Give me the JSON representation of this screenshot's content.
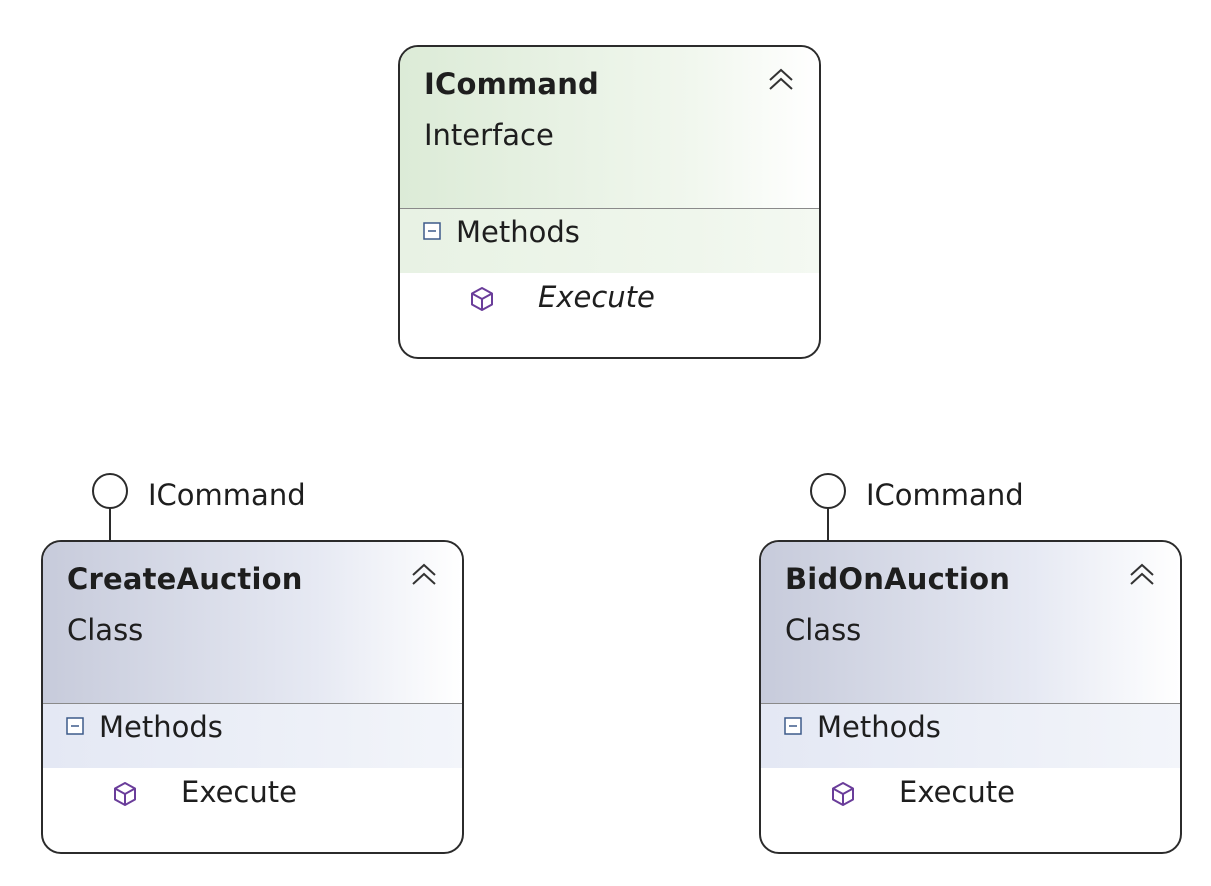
{
  "diagram": {
    "interface_shape": {
      "name": "ICommand",
      "stereotype": "Interface",
      "compartment": "Methods",
      "members": [
        "Execute"
      ]
    },
    "classes": [
      {
        "name": "CreateAuction",
        "stereotype": "Class",
        "compartment": "Methods",
        "members": [
          "Execute"
        ],
        "implements": "ICommand"
      },
      {
        "name": "BidOnAuction",
        "stereotype": "Class",
        "compartment": "Methods",
        "members": [
          "Execute"
        ],
        "implements": "ICommand"
      }
    ],
    "icons": {
      "collapse": "double-chevron-up-icon",
      "toggle": "collapse-minus-icon",
      "method": "method-cube-icon",
      "interface_marker": "lollipop-interface-icon"
    },
    "colors": {
      "interface_header": "#dcebd7",
      "class_header": "#c7cbdb",
      "method_icon": "#6a3d9a",
      "border": "#2b2b2b"
    }
  }
}
